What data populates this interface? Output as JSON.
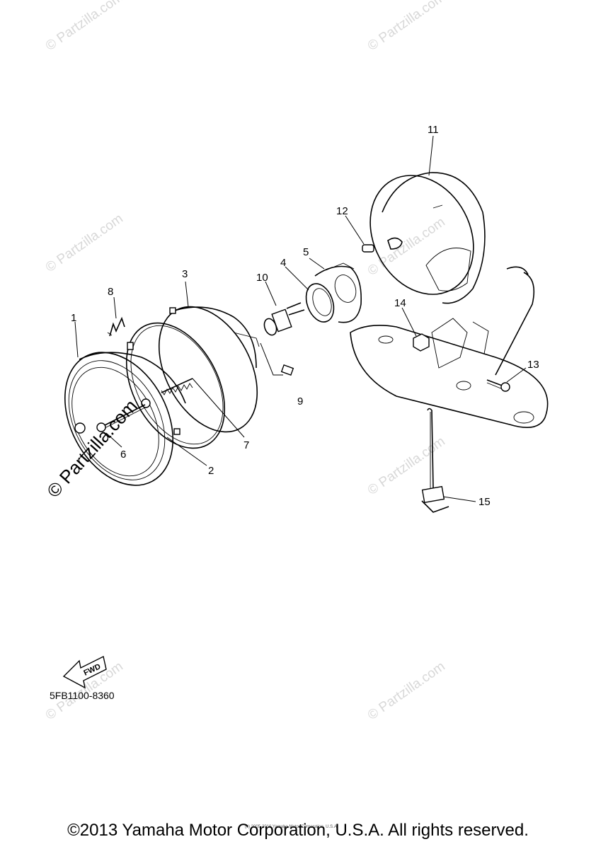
{
  "callouts": [
    {
      "id": "1",
      "label": "1"
    },
    {
      "id": "2",
      "label": "2"
    },
    {
      "id": "3",
      "label": "3"
    },
    {
      "id": "4",
      "label": "4"
    },
    {
      "id": "5",
      "label": "5"
    },
    {
      "id": "6",
      "label": "6"
    },
    {
      "id": "7",
      "label": "7"
    },
    {
      "id": "8",
      "label": "8"
    },
    {
      "id": "9",
      "label": "9"
    },
    {
      "id": "10",
      "label": "10"
    },
    {
      "id": "11",
      "label": "11"
    },
    {
      "id": "12",
      "label": "12"
    },
    {
      "id": "13",
      "label": "13"
    },
    {
      "id": "14",
      "label": "14"
    },
    {
      "id": "15",
      "label": "15"
    }
  ],
  "fwd_label": "FWD",
  "ref_code": "5FB1100-8360",
  "watermark": "© Partzilla.com",
  "tiny_notice": "(c) 2005-2016 Yamaha Motor Corporation, U.S.A.",
  "copyright": "©2013 Yamaha Motor Corporation, U.S.A. All rights reserved."
}
